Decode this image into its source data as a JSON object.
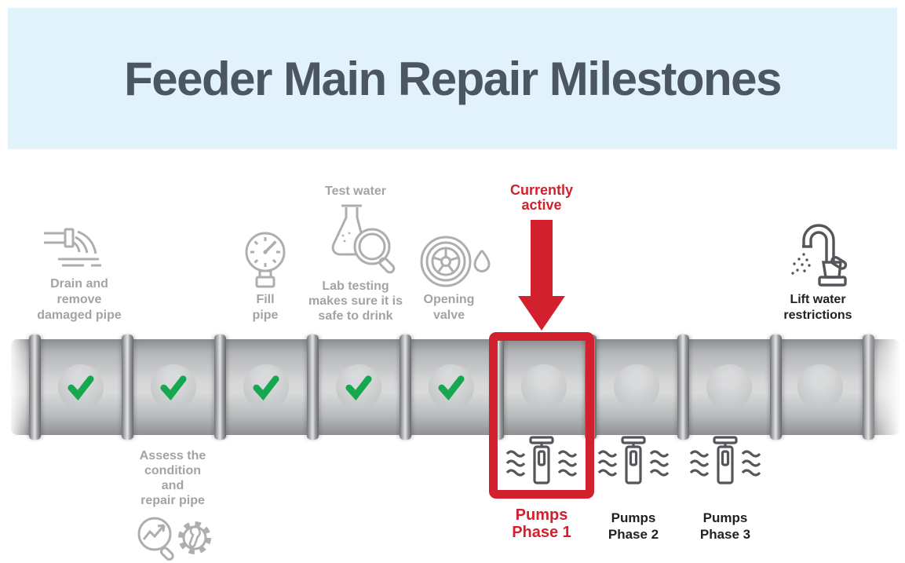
{
  "header": {
    "title": "Feeder Main Repair Milestones"
  },
  "colors": {
    "banner_bg": "#e2f2fa",
    "title_text": "#4b5662",
    "gray_text": "#a1a3a6",
    "dark_text": "#232021",
    "accent_red": "#d2202e",
    "check_green": "#16a74f",
    "pipe_gray": "#c9cbcd"
  },
  "active_marker": {
    "label": "Currently\nactive",
    "icon": "down-arrow-icon"
  },
  "milestones_top": {
    "drain": {
      "label": "Drain and\nremove\ndamaged pipe",
      "icon": "drain-pipe-icon"
    },
    "fill": {
      "label": "Fill\npipe",
      "icon": "pressure-gauge-icon"
    },
    "test": {
      "title": "Test water",
      "label": "Lab testing\nmakes sure it is\nsafe to drink",
      "icon": "flask-magnifier-icon"
    },
    "valve": {
      "label": "Opening\nvalve",
      "icon": "valve-wheel-icon"
    },
    "lift": {
      "label": "Lift water\nrestrictions",
      "icon": "faucet-icon"
    }
  },
  "milestones_bottom": {
    "assess": {
      "label": "Assess the\ncondition\nand\nrepair pipe",
      "icon": "magnifier-and-gear-icon"
    },
    "pumps_phase_1": {
      "label": "Pumps\nPhase 1",
      "icon": "pump-icon",
      "state": "active"
    },
    "pumps_phase_2": {
      "label": "Pumps\nPhase 2",
      "icon": "pump-icon",
      "state": "upcoming"
    },
    "pumps_phase_3": {
      "label": "Pumps\nPhase 3",
      "icon": "pump-icon",
      "state": "upcoming"
    }
  },
  "pipe": {
    "segments": [
      {
        "index": 1,
        "milestone": "Drain and remove damaged pipe",
        "status": "done"
      },
      {
        "index": 2,
        "milestone": "Assess the condition and repair pipe",
        "status": "done"
      },
      {
        "index": 3,
        "milestone": "Fill pipe",
        "status": "done"
      },
      {
        "index": 4,
        "milestone": "Lab testing makes sure it is safe to drink",
        "status": "done"
      },
      {
        "index": 5,
        "milestone": "Opening valve",
        "status": "done"
      },
      {
        "index": 6,
        "milestone": "Pumps Phase 1",
        "status": "active"
      },
      {
        "index": 7,
        "milestone": "Pumps Phase 2",
        "status": "pending"
      },
      {
        "index": 8,
        "milestone": "Pumps Phase 3",
        "status": "pending"
      },
      {
        "index": 9,
        "milestone": "Lift water restrictions",
        "status": "pending"
      }
    ]
  }
}
